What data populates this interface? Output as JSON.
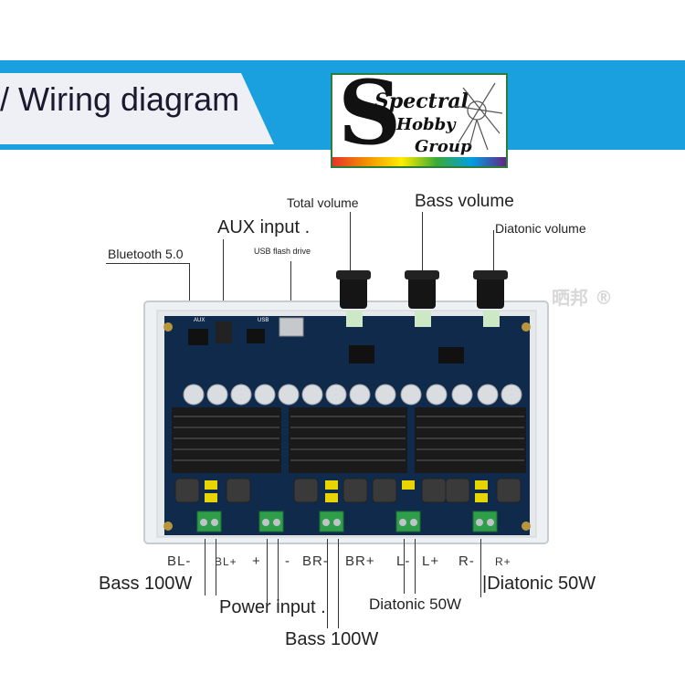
{
  "header": {
    "title": "/ Wiring diagram",
    "logo_text": [
      "Spectral",
      "Hobby",
      "Group"
    ],
    "watermark": "晒邦 ®"
  },
  "labels": {
    "total_volume": "Total volume",
    "bass_volume": "Bass volume",
    "aux_input": "AUX input .",
    "diatonic_volume": "Diatonic volume",
    "bluetooth": "Bluetooth 5.0",
    "usb": "USB flash drive",
    "bass_left": "Bass 100W",
    "power_input": "Power input .",
    "bass_bottom": "Bass 100W",
    "diatonic_mid": "Diatonic 50W",
    "diatonic_right": "|Diatonic 50W"
  },
  "terminals": {
    "bl_minus": "BL-",
    "bl_plus": "BL+",
    "plus": "+",
    "minus": "-",
    "br_minus": "BR-",
    "br_plus": "BR+",
    "l_minus": "L-",
    "l_plus": "L+",
    "r_minus": "R-",
    "r_plus": "R+"
  },
  "board": {
    "aux_silk": "AUX",
    "usb_silk": "USB",
    "colors": {
      "pcb": "#0f2a4a",
      "banner": "#1aa0df",
      "terminal": "#2e9e4a",
      "inductor": "#3a3a3a",
      "capacitor": "#d9dde2",
      "yellow": "#e8d400"
    }
  }
}
